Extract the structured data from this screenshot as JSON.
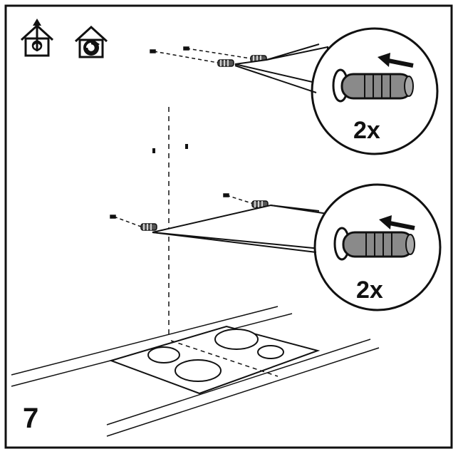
{
  "step": {
    "number": "7"
  },
  "callouts": [
    {
      "quantity": "2x"
    },
    {
      "quantity": "2x"
    }
  ],
  "icons": [
    "ducted-extraction-house-icon",
    "recirculation-house-icon"
  ],
  "colors": {
    "ink": "#111111",
    "background": "#ffffff",
    "plug": "#8a8a8a"
  }
}
